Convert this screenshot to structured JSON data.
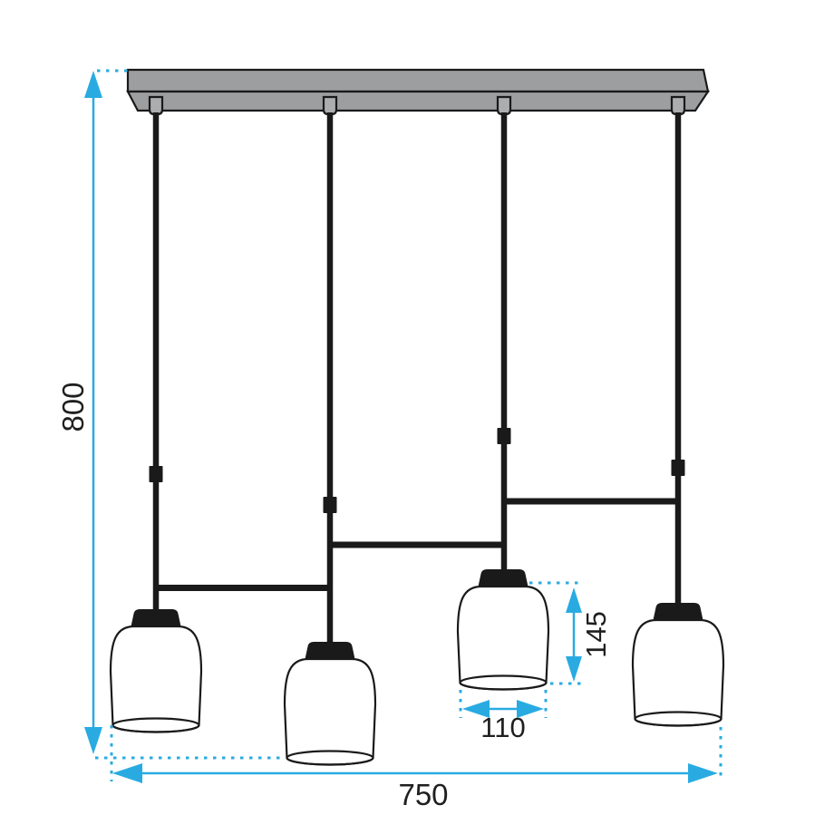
{
  "diagram": {
    "type": "product-dimension-drawing",
    "subject": "four-light hanging pendant lamp",
    "pendant_count": 4,
    "unit": "mm",
    "colors": {
      "dimension_accent": "#29ABE2",
      "fixture_outline": "#1A1A1A",
      "canopy_fill": "#9C9EA0",
      "connector_fill": "#ABADAF",
      "label_text": "#1F1F1F",
      "background": "#FFFFFF"
    },
    "dimensions": {
      "overall_height": {
        "label": "800",
        "orientation": "vertical",
        "position": "left"
      },
      "overall_width": {
        "label": "750",
        "orientation": "horizontal",
        "position": "bottom"
      },
      "shade_height": {
        "label": "145",
        "orientation": "vertical",
        "position": "right-of-third-shade"
      },
      "shade_diameter": {
        "label": "110",
        "orientation": "horizontal",
        "position": "below-third-shade"
      }
    }
  }
}
